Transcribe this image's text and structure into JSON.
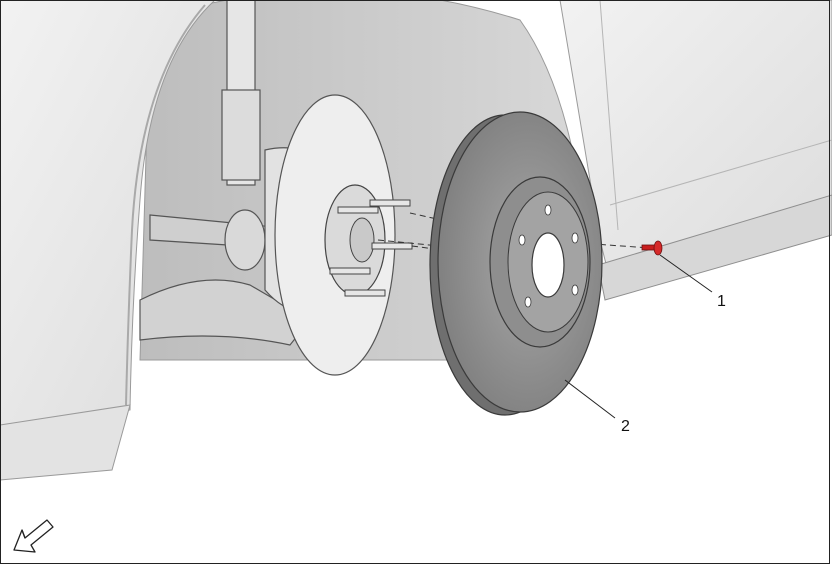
{
  "callouts": [
    {
      "label": "1",
      "part": "brake-rotor-retaining-screw"
    },
    {
      "label": "2",
      "part": "brake-rotor"
    }
  ],
  "colors": {
    "body_panel": "#e9e9e9",
    "panel_shadow": "#cfcfcf",
    "rotor_dark": "#7a7a7a",
    "rotor_face": "#9a9a9a",
    "screw_red": "#c81e1e",
    "line": "#2a2a2a"
  },
  "icons": {
    "orientation_arrow": "forward-direction-arrow-icon"
  }
}
